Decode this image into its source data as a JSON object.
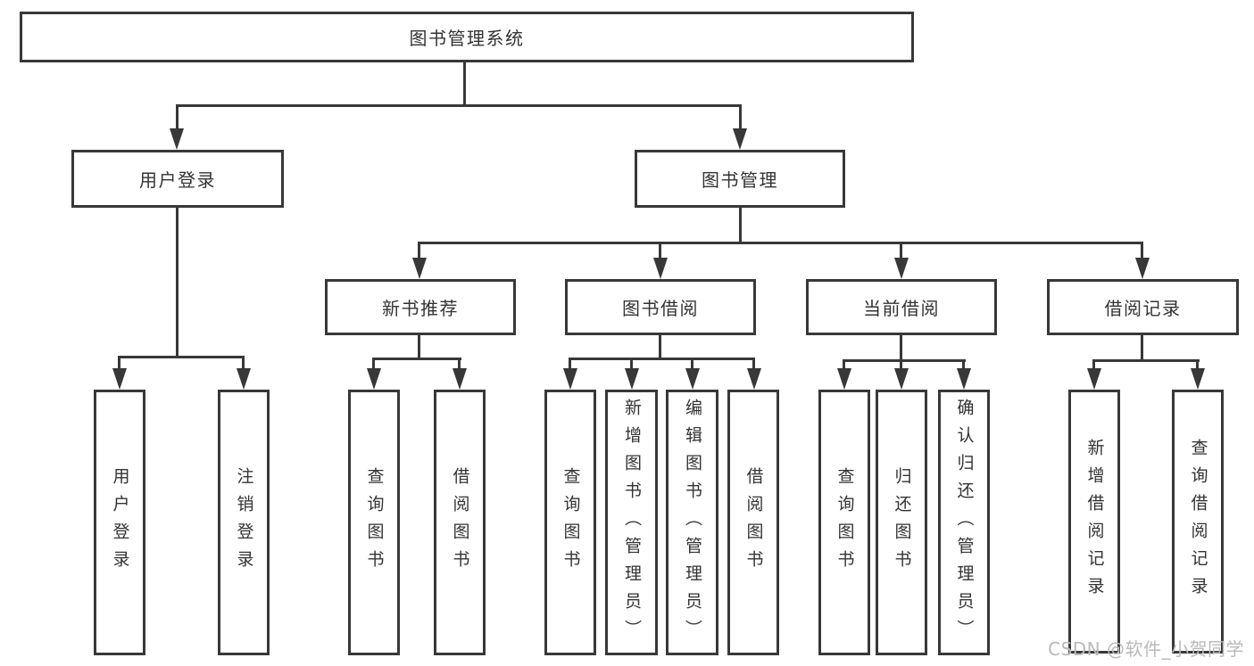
{
  "colors": {
    "line": "#383838",
    "text": "#333333",
    "watermark": "#b9b9b9",
    "background": "#ffffff"
  },
  "watermark": "CSDN @软件_小贺同学",
  "tree": {
    "root": {
      "label": "图书管理系统",
      "children": [
        {
          "label": "用户登录",
          "children": [
            {
              "label": "用户登录"
            },
            {
              "label": "注销登录"
            }
          ]
        },
        {
          "label": "图书管理",
          "children": [
            {
              "label": "新书推荐",
              "children": [
                {
                  "label": "查询图书"
                },
                {
                  "label": "借阅图书"
                }
              ]
            },
            {
              "label": "图书借阅",
              "children": [
                {
                  "label": "查询图书"
                },
                {
                  "label": "新增图书（管理员）"
                },
                {
                  "label": "编辑图书（管理员）"
                },
                {
                  "label": "借阅图书"
                }
              ]
            },
            {
              "label": "当前借阅",
              "children": [
                {
                  "label": "查询图书"
                },
                {
                  "label": "归还图书"
                },
                {
                  "label": "确认归还（管理员）"
                }
              ]
            },
            {
              "label": "借阅记录",
              "children": [
                {
                  "label": "新增借阅记录"
                },
                {
                  "label": "查询借阅记录"
                }
              ]
            }
          ]
        }
      ]
    }
  }
}
